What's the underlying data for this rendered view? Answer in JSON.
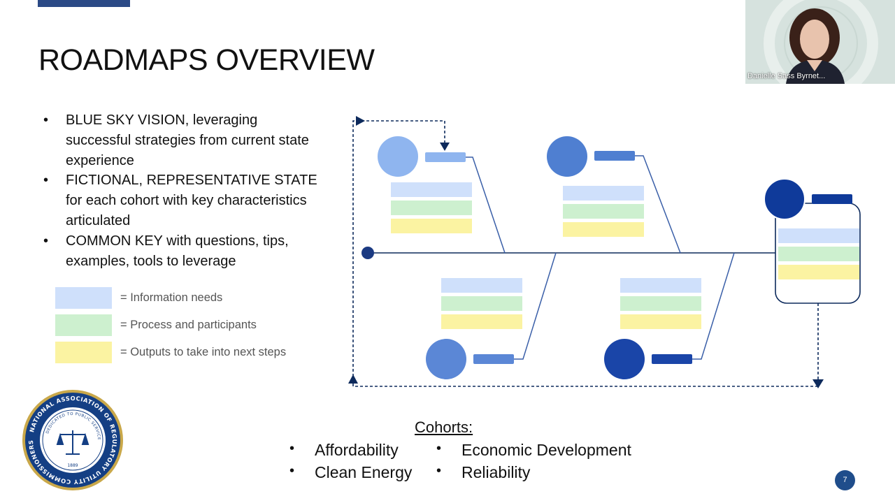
{
  "slide": {
    "title": "ROADMAPS OVERVIEW",
    "bullets": [
      "BLUE SKY VISION, leveraging successful strategies from current state experience",
      "FICTIONAL, REPRESENTATIVE STATE for each cohort with key characteristics articulated",
      "COMMON KEY with questions, tips, examples, tools to leverage"
    ],
    "legend": [
      {
        "label": "= Information needs",
        "color": "#cfe0fb"
      },
      {
        "label": "= Process and participants",
        "color": "#cdf0cf"
      },
      {
        "label": "= Outputs to take into next steps",
        "color": "#fbf3a2"
      }
    ],
    "cohorts_title": "Cohorts:",
    "cohorts": [
      "Affordability",
      "Economic Development",
      "Clean Energy",
      "Reliability"
    ],
    "page_number": "7"
  },
  "video": {
    "participant_name": "Danielle Sass Byrnet..."
  },
  "colors": {
    "navy": "#0d2a5c",
    "blue_light": "#8fb5ef",
    "blue_mid": "#4f7fd1",
    "blue_dark": "#1a45a8",
    "accent": "#1f4d8b"
  },
  "seal_text": {
    "ring": "NATIONAL ASSOCIATION OF REGULATORY UTILITY COMMISSIONERS",
    "inner": "DEDICATED TO PUBLIC SERVICE",
    "year": "1889"
  }
}
